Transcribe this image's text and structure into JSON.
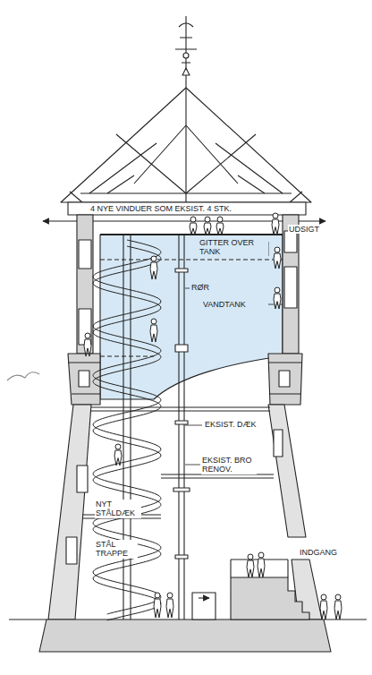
{
  "diagram": {
    "labels": [
      "4 NYE VINDUER SOM EKSIST. 4 STK.",
      "UDSIGT",
      "GITTER OVER TANK",
      "RØR",
      "VANDTANK",
      "EKSIST. DÆK",
      "EKSIST. BRO RENOV.",
      "NYT STÅLDÆK",
      "STÅL TRAPPE",
      "INDGANG"
    ]
  }
}
